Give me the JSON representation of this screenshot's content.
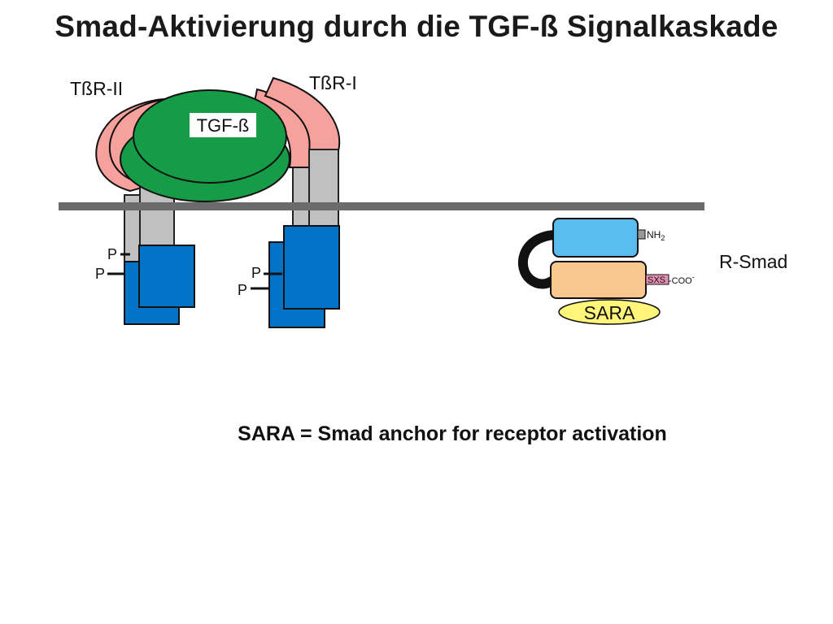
{
  "title": "Smad-Aktivierung durch die TGF-ß Signalkaskade",
  "labels": {
    "receptor_type2": "TßR-II",
    "receptor_type1": "TßR-I",
    "ligand": "TGF-ß",
    "r_smad": "R-Smad",
    "nh2": "NH",
    "nh2_subscript": "2",
    "sxs": "SXS",
    "coo": "-COO",
    "coo_superscript": "-",
    "sara": "SARA",
    "phospho": "P"
  },
  "footnote": "SARA = Smad anchor for receptor activation",
  "colors": {
    "receptor_pink": "#f6a19c",
    "ligand_green": "#169c46",
    "transmembrane_gray": "#c0c0c0",
    "kinase_blue": "#0073c6",
    "membrane_gray": "#6b6b6b",
    "mh1_lightblue": "#5bbcf0",
    "mh2_peach": "#f9c78f",
    "sara_yellow": "#fef67a",
    "sxs_pink": "#e58fb4"
  }
}
